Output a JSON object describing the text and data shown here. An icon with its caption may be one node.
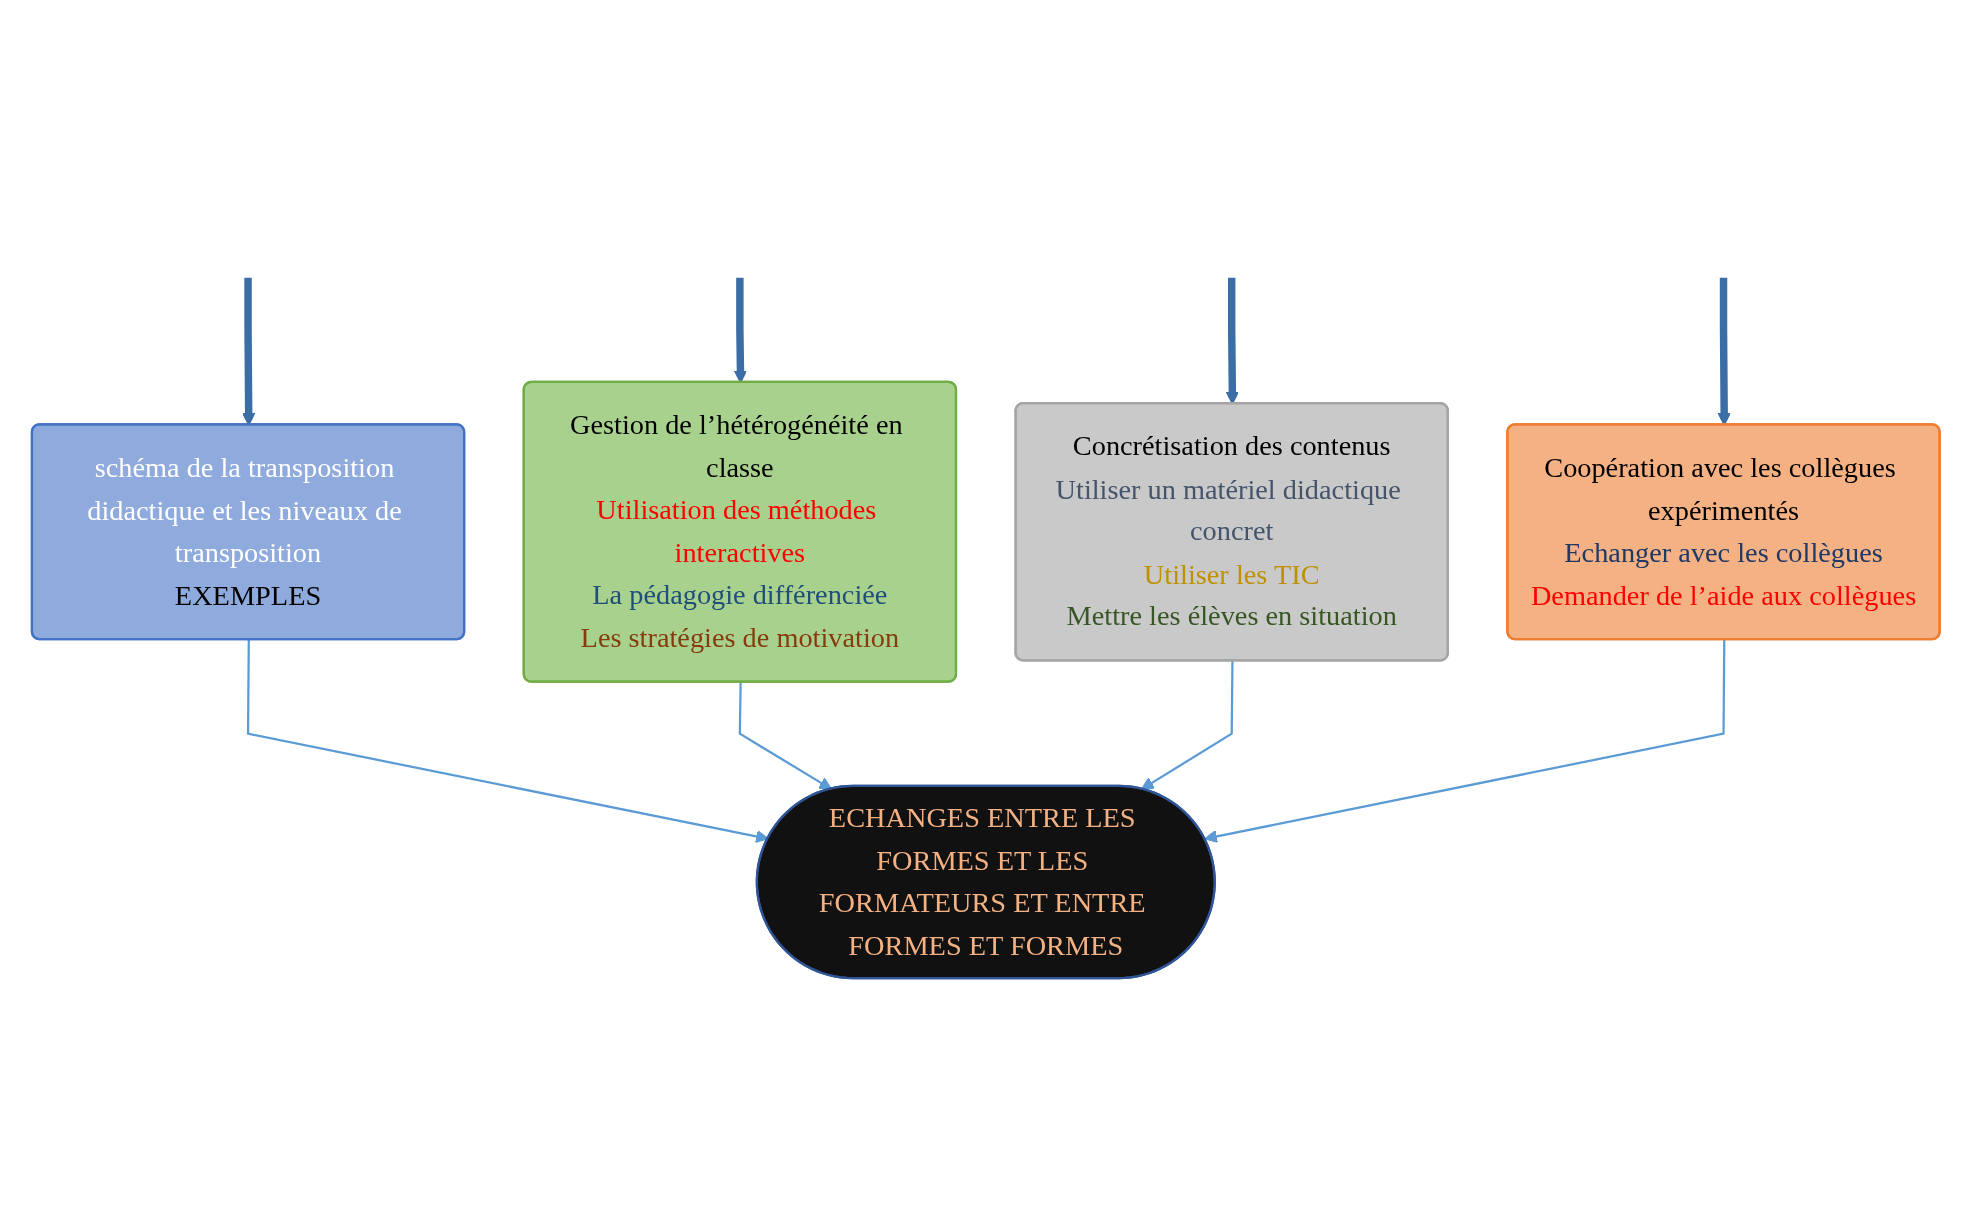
{
  "diagram": {
    "nodes": [
      {
        "text": [
          "schéma de la transposition didactique et les niveaux de transposition",
          "EXEMPLES"
        ]
      },
      {
        "text": [
          "Gestion de l’hétérogénéité en classe",
          "Utilisation des méthodes interactives",
          "La pédagogie différenciée",
          "Les stratégies de motivation"
        ]
      },
      {
        "text": [
          "Concrétisation des contenus",
          "Utiliser un matériel didactique concret",
          "Utiliser les TIC",
          "Mettre les élèves en situation"
        ]
      },
      {
        "text": [
          "Coopération avec les collègues expérimentés",
          "Echanger avec les collègues",
          "Demander de l’aide aux collègues"
        ]
      },
      {
        "text": [
          "ECHANGES ENTRE LES FORMES ET LES FORMATEURS ET ENTRE FORMES ET FORMES"
        ]
      }
    ],
    "edges": [
      {
        "from": null,
        "to": 0,
        "arrow": "to",
        "style": "thick",
        "color": "#3a6ea5"
      },
      {
        "from": null,
        "to": 1,
        "arrow": "to",
        "style": "thick",
        "color": "#3a6ea5"
      },
      {
        "from": null,
        "to": 2,
        "arrow": "to",
        "style": "thick",
        "color": "#3a6ea5"
      },
      {
        "from": null,
        "to": 3,
        "arrow": "to",
        "style": "thick",
        "color": "#3a6ea5"
      },
      {
        "from": 0,
        "to": 4,
        "arrow": "to"
      },
      {
        "from": 1,
        "to": 4,
        "arrow": "to"
      },
      {
        "from": 2,
        "to": 4,
        "arrow": "to"
      },
      {
        "from": 3,
        "to": 4,
        "arrow": "to"
      }
    ]
  }
}
